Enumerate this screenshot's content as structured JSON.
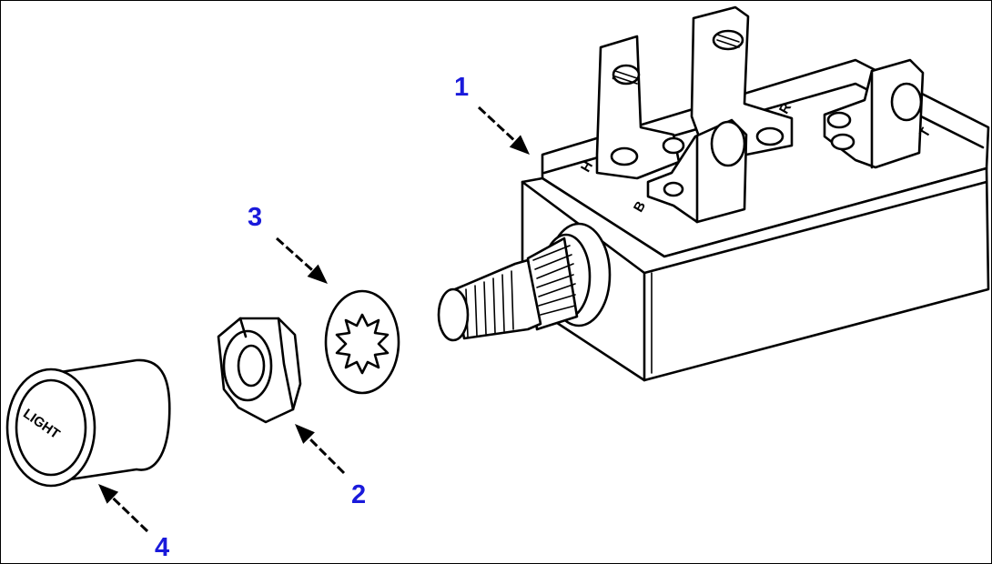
{
  "figure": {
    "callout_color": "#1a1adb",
    "line_color": "#000000",
    "callouts": [
      {
        "id": "1",
        "label": "1"
      },
      {
        "id": "2",
        "label": "2"
      },
      {
        "id": "3",
        "label": "3"
      },
      {
        "id": "4",
        "label": "4"
      }
    ],
    "knob_text": "LIGHT",
    "terminal_marks": [
      "H",
      "R",
      "T",
      "B"
    ]
  }
}
